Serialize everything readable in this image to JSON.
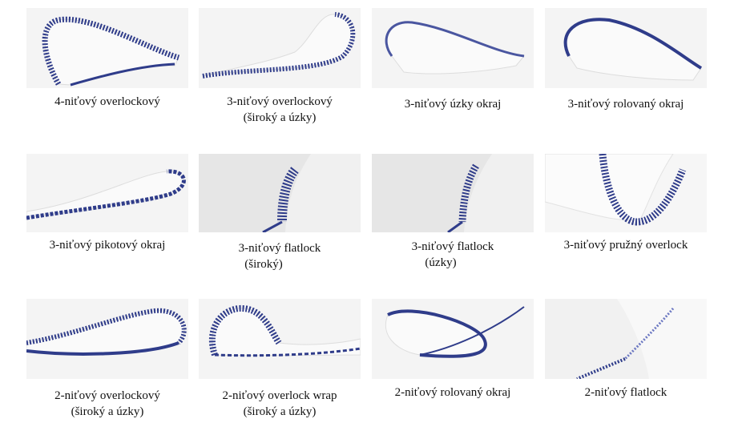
{
  "colors": {
    "thread": "#2f3c8a",
    "thread_light": "#6c78c2",
    "fabric": "#f4f4f4",
    "shadow": "#dcdcdc"
  },
  "stitches": [
    {
      "line1": "4-niťový overlockový",
      "line2": ""
    },
    {
      "line1": "3-niťový overlockový",
      "line2": "(široký a úzky)"
    },
    {
      "line1": "3-niťový úzky okraj",
      "line2": ""
    },
    {
      "line1": "3-niťový rolovaný okraj",
      "line2": ""
    },
    {
      "line1": "3-niťový pikotový okraj",
      "line2": ""
    },
    {
      "line1": "3-niťový flatlock",
      "line2": "(široký)"
    },
    {
      "line1": "3-niťový flatlock",
      "line2": "(úzky)"
    },
    {
      "line1": "3-niťový pružný overlock",
      "line2": ""
    },
    {
      "line1": "2-niťový overlockový",
      "line2": "(široký a úzky)"
    },
    {
      "line1": "2-niťový overlock wrap",
      "line2": "(široký a úzky)"
    },
    {
      "line1": "2-niťový rolovaný okraj",
      "line2": ""
    },
    {
      "line1": "2-niťový flatlock",
      "line2": ""
    }
  ]
}
